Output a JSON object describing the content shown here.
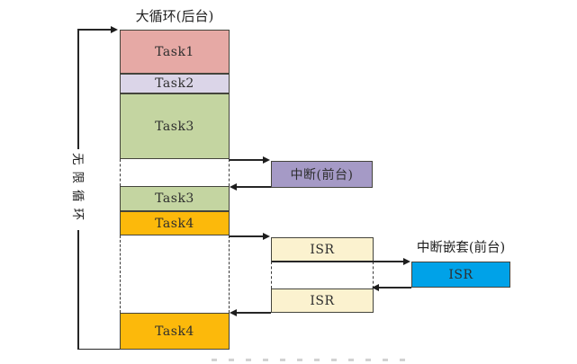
{
  "diagram": {
    "background_title": "大循环(后台)",
    "infinite_loop_label": "无限循环",
    "nested_interrupt_title": "中断嵌套(前台)",
    "tasks": [
      {
        "label": "Task1",
        "color": "#e6a9a5"
      },
      {
        "label": "Task2",
        "color": "#dbd5e8"
      },
      {
        "label": "Task3",
        "color": "#c4d5a1"
      },
      {
        "label": "Task3",
        "color": "#c4d5a1"
      },
      {
        "label": "Task4",
        "color": "#fcb90b"
      },
      {
        "label": "Task4",
        "color": "#fcb90b"
      }
    ],
    "interrupt_box": {
      "label": "中断(前台)",
      "color": "#a59ac6"
    },
    "isr_boxes": [
      {
        "label": "ISR",
        "color": "#fbf2cf"
      },
      {
        "label": "ISR",
        "color": "#fbf2cf"
      }
    ],
    "nested_isr_box": {
      "label": "ISR",
      "color": "#00a2e8"
    },
    "line_color": "#262626"
  }
}
